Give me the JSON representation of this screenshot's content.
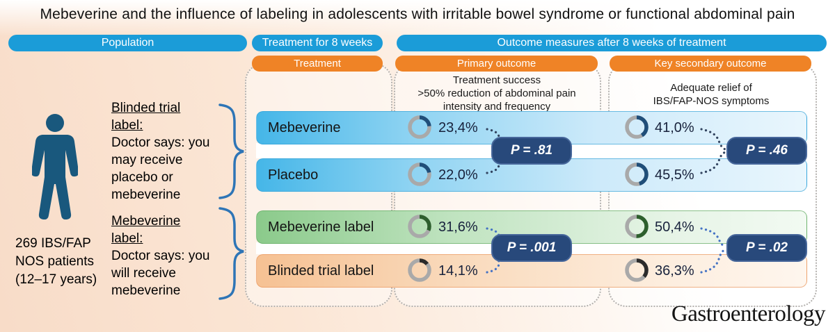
{
  "title": "Mebeverine and the influence of labeling in adolescents with irritable bowel syndrome or functional abdominal pain",
  "journal": "Gastroenterology",
  "headers": {
    "population": "Population",
    "treatment": "Treatment for 8 weeks",
    "outcomes": "Outcome measures after 8 weeks of treatment"
  },
  "subheaders": {
    "treatment": "Treatment",
    "primary": "Primary outcome",
    "secondary": "Key secondary outcome"
  },
  "outcome_descriptions": {
    "primary": [
      "Treatment success",
      ">50% reduction of abdominal pain",
      "intensity and frequency"
    ],
    "secondary": [
      "Adequate relief of",
      "IBS/FAP-NOS symptoms"
    ]
  },
  "population": {
    "count_lines": [
      "269 IBS/FAP",
      "NOS patients",
      "(12–17 years)"
    ],
    "groups": [
      {
        "label_lines": [
          "Blinded trial",
          "label:"
        ],
        "desc_lines": [
          "Doctor says: you",
          "may receive",
          "placebo or",
          "mebeverine"
        ]
      },
      {
        "label_lines": [
          "Mebeverine",
          "label:"
        ],
        "desc_lines": [
          "Doctor says: you",
          "will receive",
          "mebeverine"
        ]
      }
    ]
  },
  "rows": [
    {
      "label": "Mebeverine",
      "primary": {
        "display": "23,4%",
        "value": 23.4
      },
      "secondary": {
        "display": "41,0%",
        "value": 41.0
      },
      "arc": "#1f4e79"
    },
    {
      "label": "Placebo",
      "primary": {
        "display": "22,0%",
        "value": 22.0
      },
      "secondary": {
        "display": "45,5%",
        "value": 45.5
      },
      "arc": "#1f4e79"
    },
    {
      "label": "Mebeverine label",
      "primary": {
        "display": "31,6%",
        "value": 31.6
      },
      "secondary": {
        "display": "50,4%",
        "value": 50.4
      },
      "arc": "#2d5f2d"
    },
    {
      "label": "Blinded trial label",
      "primary": {
        "display": "14,1%",
        "value": 14.1
      },
      "secondary": {
        "display": "36,3%",
        "value": 36.3
      },
      "arc": "#2b2b2b"
    }
  ],
  "pvalues": {
    "group1_primary": "P = .81",
    "group1_secondary": "P = .46",
    "group2_primary": "P = .001",
    "group2_secondary": "P = .02"
  },
  "colors": {
    "blue_header": "#1b9cd8",
    "orange_header": "#ef8326",
    "badge_bg": "#28497b",
    "badge_border": "#47679b",
    "donut_ring": "#a9a9a9",
    "brace": "#2e75b6",
    "person": "#19587d",
    "connector_top": "#31435f",
    "connector_bottom": "#4472c4"
  }
}
